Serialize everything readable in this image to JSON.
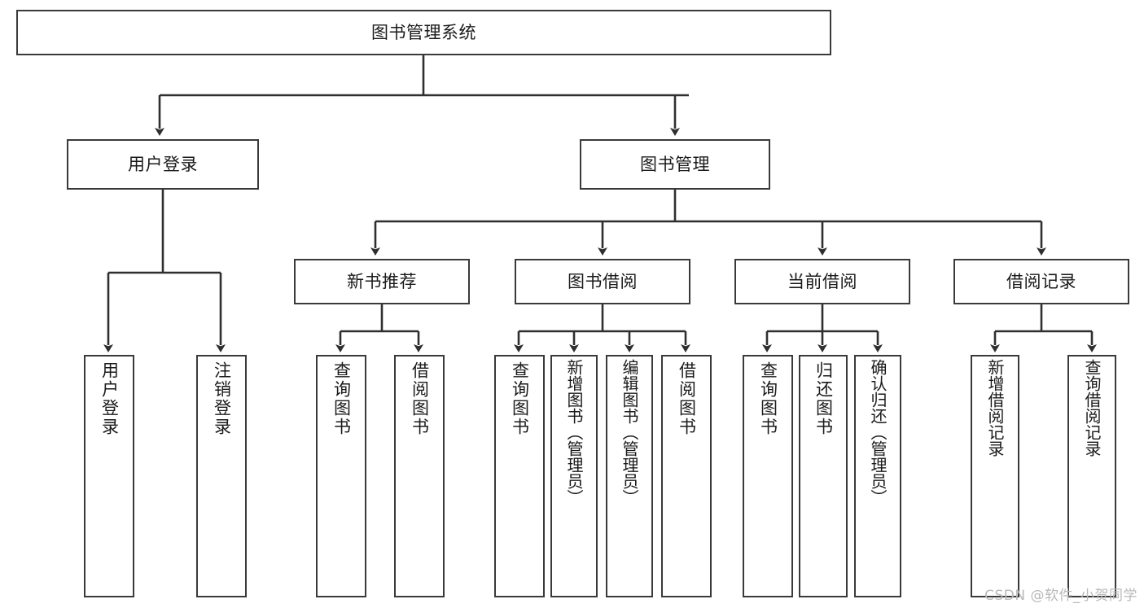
{
  "diagram": {
    "type": "tree-hierarchy",
    "title": "图书管理系统",
    "root": {
      "id": "root",
      "label": "图书管理系统",
      "orientation": "horizontal"
    },
    "level1": [
      {
        "id": "user-login",
        "label": "用户登录",
        "orientation": "horizontal"
      },
      {
        "id": "book-manage",
        "label": "图书管理",
        "orientation": "horizontal"
      }
    ],
    "level2": [
      {
        "id": "new-book-recommend",
        "label": "新书推荐",
        "orientation": "horizontal",
        "parent": "book-manage"
      },
      {
        "id": "book-borrow",
        "label": "图书借阅",
        "orientation": "horizontal",
        "parent": "book-manage"
      },
      {
        "id": "current-borrow",
        "label": "当前借阅",
        "orientation": "horizontal",
        "parent": "book-manage"
      },
      {
        "id": "borrow-record",
        "label": "借阅记录",
        "orientation": "horizontal",
        "parent": "book-manage"
      }
    ],
    "leaves": [
      {
        "id": "leaf-user-login",
        "label": "用户登录",
        "parent": "user-login",
        "orientation": "vertical"
      },
      {
        "id": "leaf-logout",
        "label": "注销登录",
        "parent": "user-login",
        "orientation": "vertical"
      },
      {
        "id": "leaf-query-book-1",
        "label": "查询图书",
        "parent": "new-book-recommend",
        "orientation": "vertical"
      },
      {
        "id": "leaf-borrow-book-1",
        "label": "借阅图书",
        "parent": "new-book-recommend",
        "orientation": "vertical"
      },
      {
        "id": "leaf-query-book-2",
        "label": "查询图书",
        "parent": "book-borrow",
        "orientation": "vertical"
      },
      {
        "id": "leaf-add-book",
        "label": "新增图书（管理员）",
        "parent": "book-borrow",
        "orientation": "vertical"
      },
      {
        "id": "leaf-edit-book",
        "label": "编辑图书（管理员）",
        "parent": "book-borrow",
        "orientation": "vertical"
      },
      {
        "id": "leaf-borrow-book-2",
        "label": "借阅图书",
        "parent": "book-borrow",
        "orientation": "vertical"
      },
      {
        "id": "leaf-query-book-3",
        "label": "查询图书",
        "parent": "current-borrow",
        "orientation": "vertical"
      },
      {
        "id": "leaf-return-book",
        "label": "归还图书",
        "parent": "current-borrow",
        "orientation": "vertical"
      },
      {
        "id": "leaf-confirm-return",
        "label": "确认归还（管理员）",
        "parent": "current-borrow",
        "orientation": "vertical"
      },
      {
        "id": "leaf-add-record",
        "label": "新增借阅记录",
        "parent": "borrow-record",
        "orientation": "vertical"
      },
      {
        "id": "leaf-query-record",
        "label": "查询借阅记录",
        "parent": "borrow-record",
        "orientation": "vertical"
      }
    ],
    "watermark": "CSDN @软件_小贺同学",
    "colors": {
      "background": "#ffffff",
      "box_border": "#3a3a3a",
      "box_fill": "#ffffff",
      "edge": "#2f2f2f",
      "text": "#1a1a1a",
      "watermark": "#b9b9b9"
    }
  }
}
